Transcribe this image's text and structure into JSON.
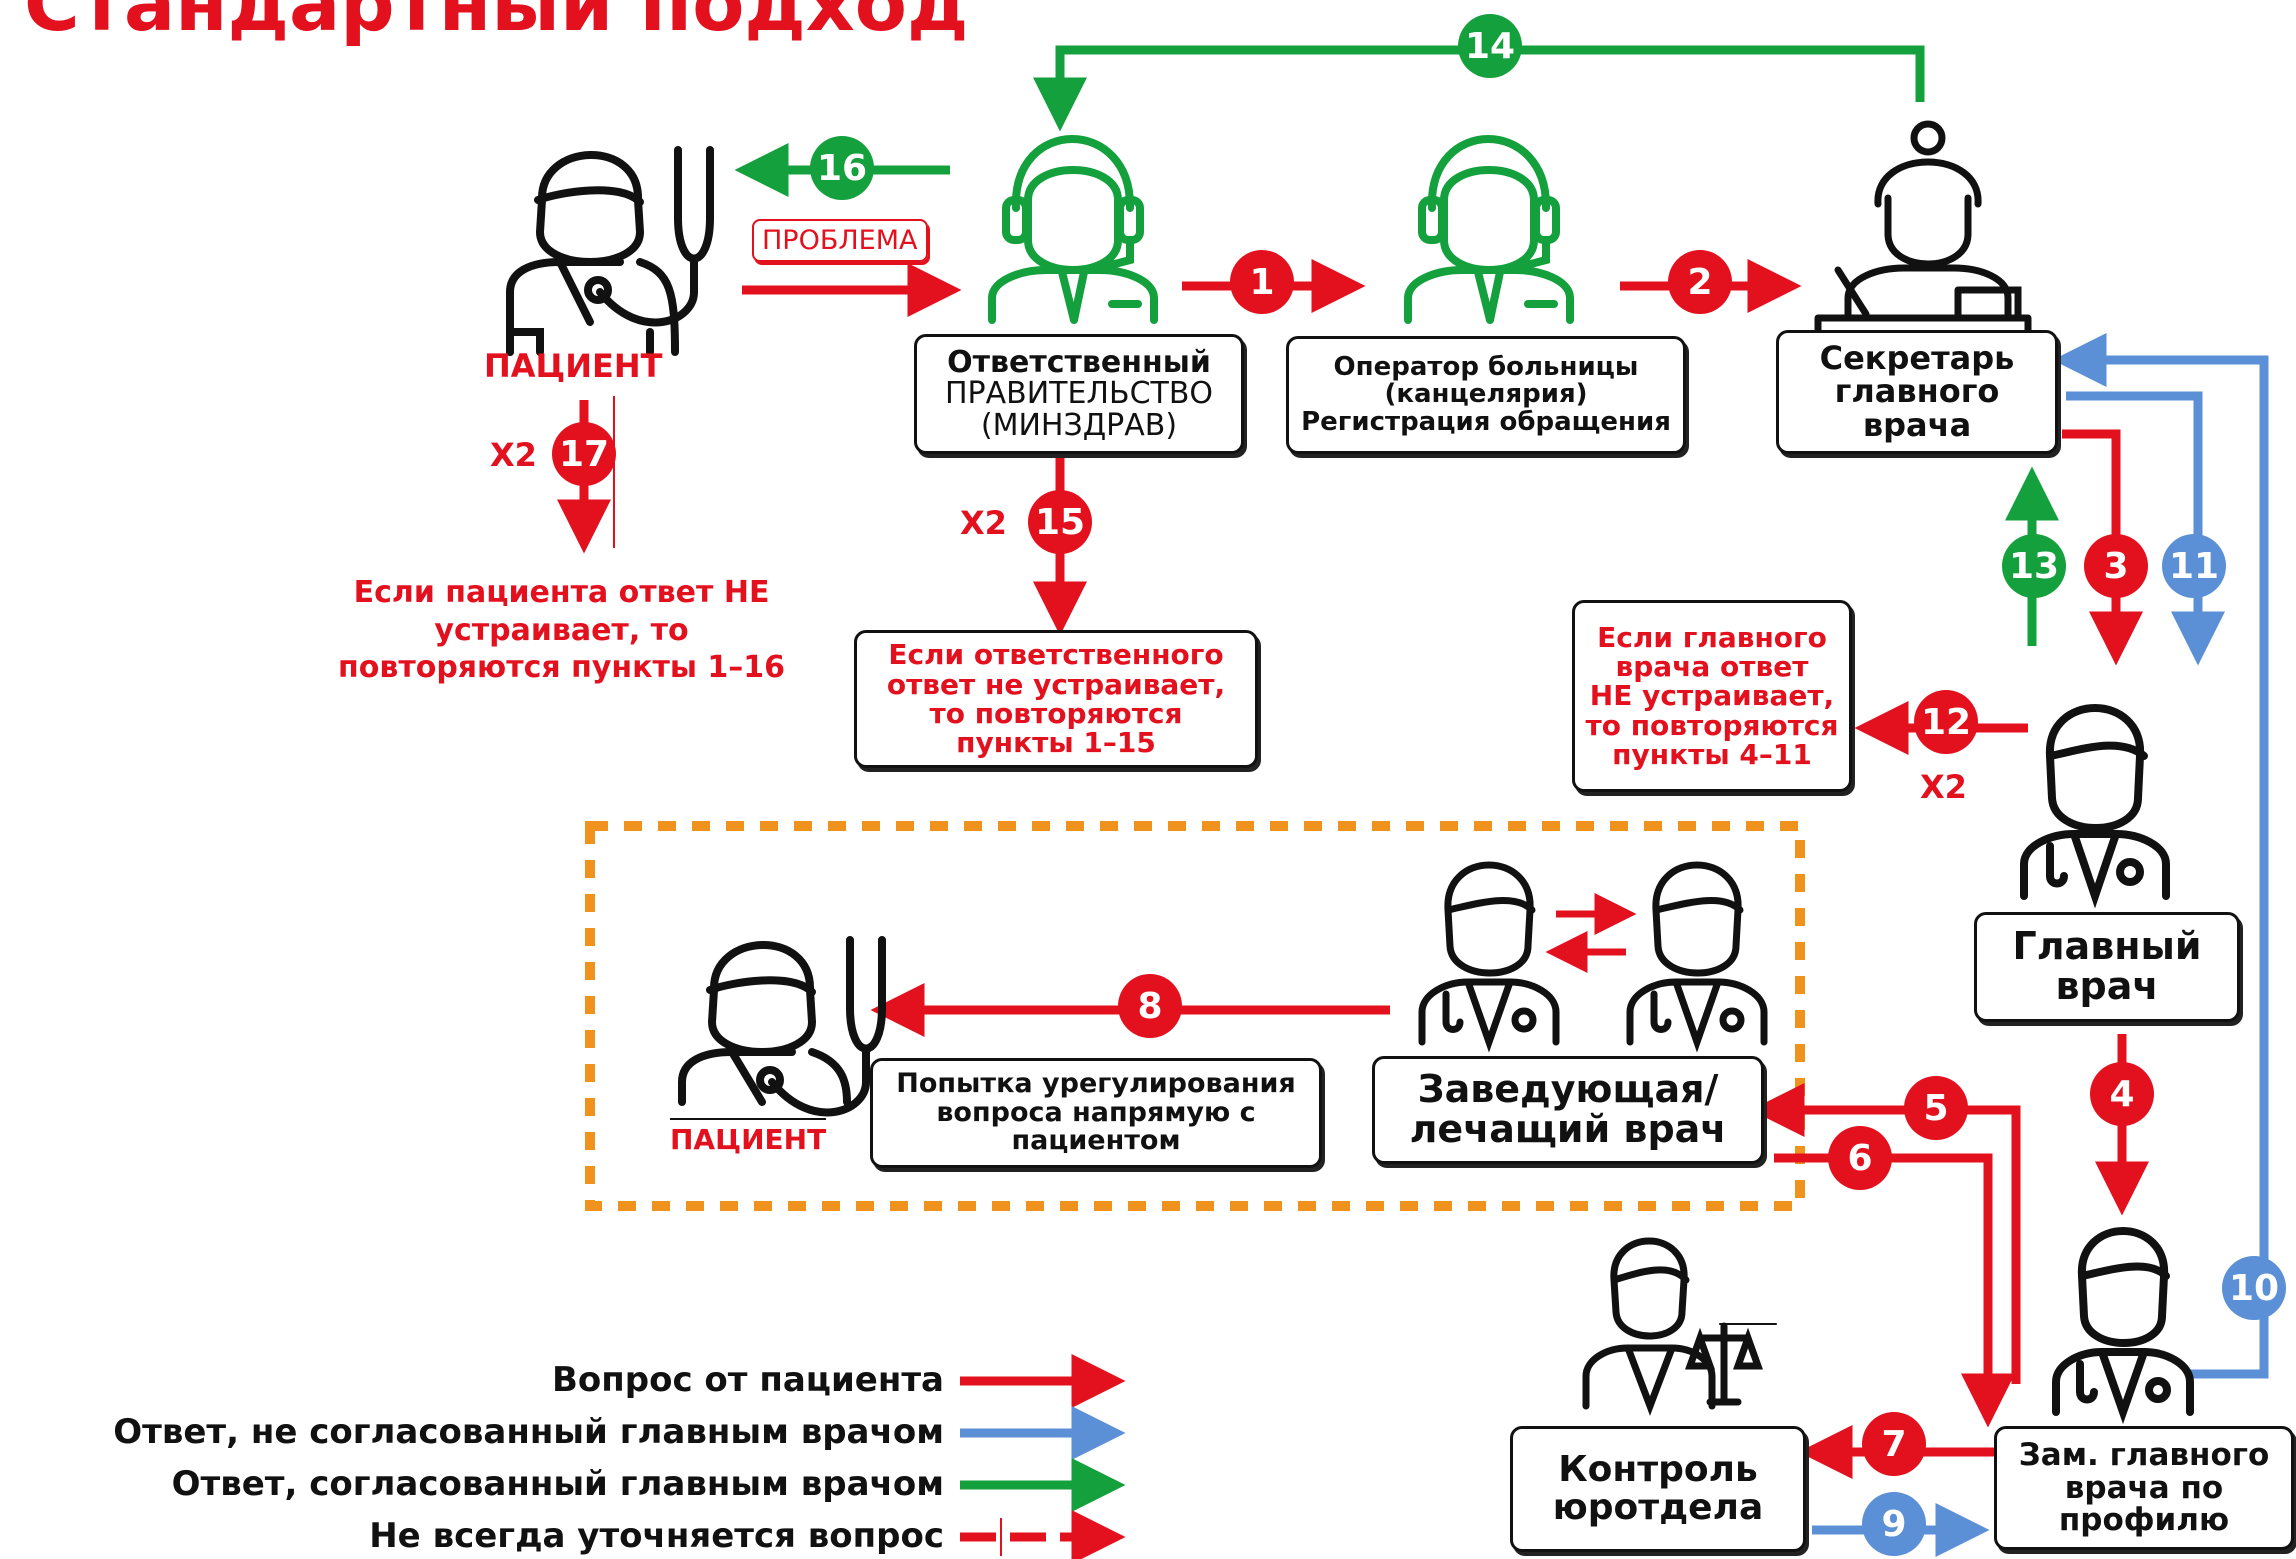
{
  "title": "Стандартный подход",
  "problem_tag": "ПРОБЛЕМА",
  "nodes": {
    "patient_top": "ПАЦИЕНТ",
    "patient_bottom": "ПАЦИЕНТ",
    "responsible": [
      "Ответственный",
      "ПРАВИТЕЛЬСТВО",
      "(МИНЗДРАВ)"
    ],
    "operator": [
      "Оператор больницы",
      "(канцелярия)",
      "Регистрация обращения"
    ],
    "secretary": [
      "Секретарь",
      "главного",
      "врача"
    ],
    "chief": [
      "Главный",
      "врач"
    ],
    "deputy": [
      "Зам. главного",
      "врача по",
      "профилю"
    ],
    "head_doctor": [
      "Заведующая/",
      "лечащий врач"
    ],
    "attempt": [
      "Попытка урегулирования",
      "вопроса напрямую с",
      "пациентом"
    ],
    "legal": [
      "Контроль",
      "юротдела"
    ]
  },
  "notes": {
    "patient_repeat": [
      "Если пациента ответ НЕ",
      "устраивает, то",
      "повторяются пункты 1–16"
    ],
    "responsible_repeat": [
      "Если ответственного",
      "ответ не устраивает,",
      "то повторяются",
      "пункты 1–15"
    ],
    "chief_repeat": [
      "Если главного",
      "врача ответ",
      "НЕ устраивает,",
      "то повторяются",
      "пункты 4–11"
    ]
  },
  "multipliers": {
    "patient": "X2",
    "responsible": "X2",
    "chief": "X2"
  },
  "steps": {
    "s1": "1",
    "s2": "2",
    "s3": "3",
    "s4": "4",
    "s5": "5",
    "s6": "6",
    "s7": "7",
    "s8": "8",
    "s9": "9",
    "s10": "10",
    "s11": "11",
    "s12": "12",
    "s13": "13",
    "s14": "14",
    "s15": "15",
    "s16": "16",
    "s17": "17"
  },
  "legend": [
    {
      "label": "Вопрос от пациента",
      "color": "#e3101e",
      "style": "solid"
    },
    {
      "label": "Ответ, не согласованный главным врачом",
      "color": "#5b8fd6",
      "style": "solid"
    },
    {
      "label": "Ответ, согласованный главным врачом",
      "color": "#14a03c",
      "style": "solid"
    },
    {
      "label": "Не всегда уточняется вопрос",
      "color": "#e3101e",
      "style": "dashed"
    }
  ],
  "colors": {
    "question": "#e3101e",
    "answer_unapproved": "#5b8fd6",
    "answer_approved": "#14a03c",
    "frame": "#f0921e"
  }
}
